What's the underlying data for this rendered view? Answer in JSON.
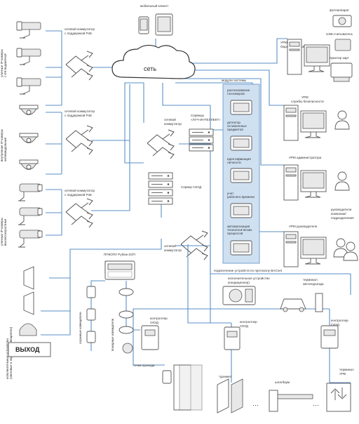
{
  "labels": {
    "mobile_client": "мобильный клиент",
    "network": "сеть",
    "switch_poe_1": [
      "сетевой коммутатор",
      "с поддержкой PoE"
    ],
    "switch_poe_2": [
      "сетевой коммутатор",
      "с поддержкой PoE"
    ],
    "switch_poe_3": [
      "сетевой коммутатор",
      "с поддержкой PoE"
    ],
    "outdoor_cameras": [
      "уличные IP-камеры",
      "с ИК-подсветкой"
    ],
    "indoor_cameras": [
      "внутренние IP-камеры",
      "антивандальные"
    ],
    "outdoor_speed_domes": [
      "уличные IP-камеры",
      "высокоскоростные"
    ],
    "ws_pass_office": [
      "УРМ",
      "бюро пропусков"
    ],
    "photo_camera": "фотоаппарат",
    "usb_reader": "USB-считыватель",
    "id_printer": "принтер карт",
    "ws_security": [
      "УРМ",
      "службы безопасности"
    ],
    "ws_admin": "УРМ администратора",
    "ws_manager": "УРМ руководителя",
    "company_managers": [
      "руководители",
      "компании/",
      "подразделения"
    ],
    "servers_title": [
      "Серверы",
      "«ЛУЧ-ИНТЕЛЛЕКТ»"
    ],
    "switch_mid": [
      "сетевой",
      "коммутатор"
    ],
    "acs_server": "Сервер СКУД",
    "switch_lower": [
      "сетевой",
      "коммутатор"
    ],
    "modules_header": "модули системы",
    "modules": [
      [
        "распознавание",
        "госномеров"
      ],
      [
        "детектор",
        "оставленных",
        "предметов"
      ],
      [
        "идентификация",
        "личности"
      ],
      [
        "учет",
        "рабочего времени"
      ],
      [
        "автоматизация",
        "технологических",
        "процессов"
      ]
    ],
    "bacnet": "подключение устройств по протоколу BACnet",
    "actuator": [
      "исполнительное устройство",
      "(кондиционер)"
    ],
    "vehicle_terminal": [
      "терминал",
      "автоподъезда"
    ],
    "intruder_panel": "ППКОПУ Рубеж-2ОП",
    "smoke_detectors": "пожарные извещатели",
    "security_detectors": "охранные извещатели",
    "annunciators": [
      "исполнительные устройства",
      "(световые и звуковые оповещатели)"
    ],
    "exit_sign": "ВЫХОД",
    "controller_1": [
      "контроллер",
      "СКУД"
    ],
    "controller_2": [
      "контроллер",
      "СКУД"
    ],
    "controller_3": [
      "контроллер",
      "СКУД"
    ],
    "access_point": "точка прохода",
    "turnstile": "турникет",
    "barrier": "шлагбаум",
    "ups_terminal": [
      "терминал",
      "УРВ"
    ]
  }
}
